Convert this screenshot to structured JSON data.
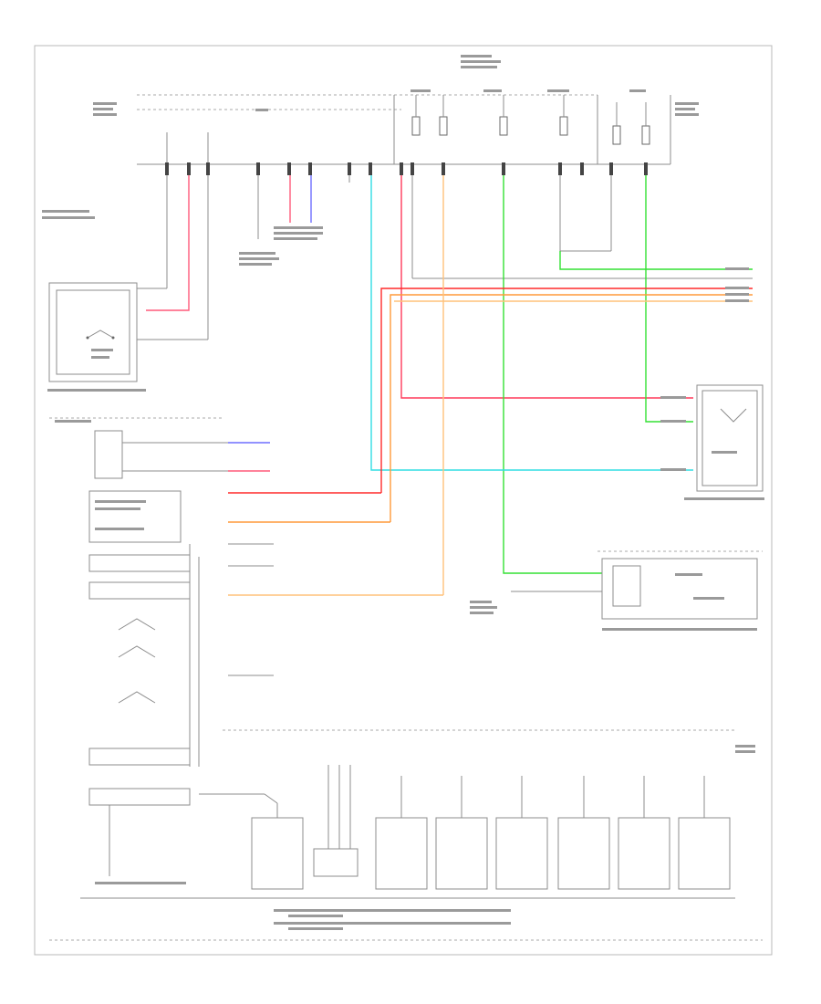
{
  "diagram": {
    "page_number": "",
    "legend_note": "",
    "colors": {
      "pink": "#ff4f6e",
      "red": "#ff2a2a",
      "orange": "#ff9a3a",
      "light_orange": "#ffc27a",
      "green": "#33e033",
      "cyan": "#30e0e6",
      "blue": "#6f6fff",
      "gray_wire": "#8c8c8c"
    },
    "components": [
      {
        "id": "headlight-switch",
        "label": ""
      },
      {
        "id": "taillight-relay",
        "label": ""
      },
      {
        "id": "front-passenger-door-switch",
        "label": ""
      },
      {
        "id": "combination-switch",
        "label": ""
      },
      {
        "id": "illumination-lamps",
        "label": ""
      }
    ]
  }
}
